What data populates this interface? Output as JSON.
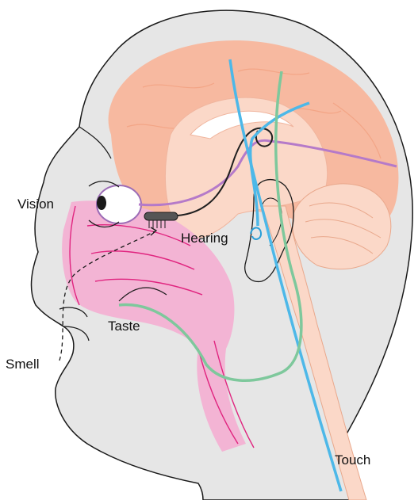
{
  "labels": {
    "vision": "Vision",
    "hearing": "Hearing",
    "smell": "Smell",
    "taste": "Taste",
    "touch": "Touch"
  },
  "colors": {
    "head_fill": "#e6e6e6",
    "outline": "#1a1a1a",
    "cerebrum": "#f7b9a0",
    "cerebrum_light": "#fbd8c8",
    "nasal_pink": "#f3b4d4",
    "magenta": "#e0247f",
    "vision_nerve": "#b57ac9",
    "hearing_nerve": "#1f1f1f",
    "taste_nerve": "#7ec89c",
    "touch_nerve": "#4db8e8",
    "ear_blue": "#2a9fd8"
  }
}
